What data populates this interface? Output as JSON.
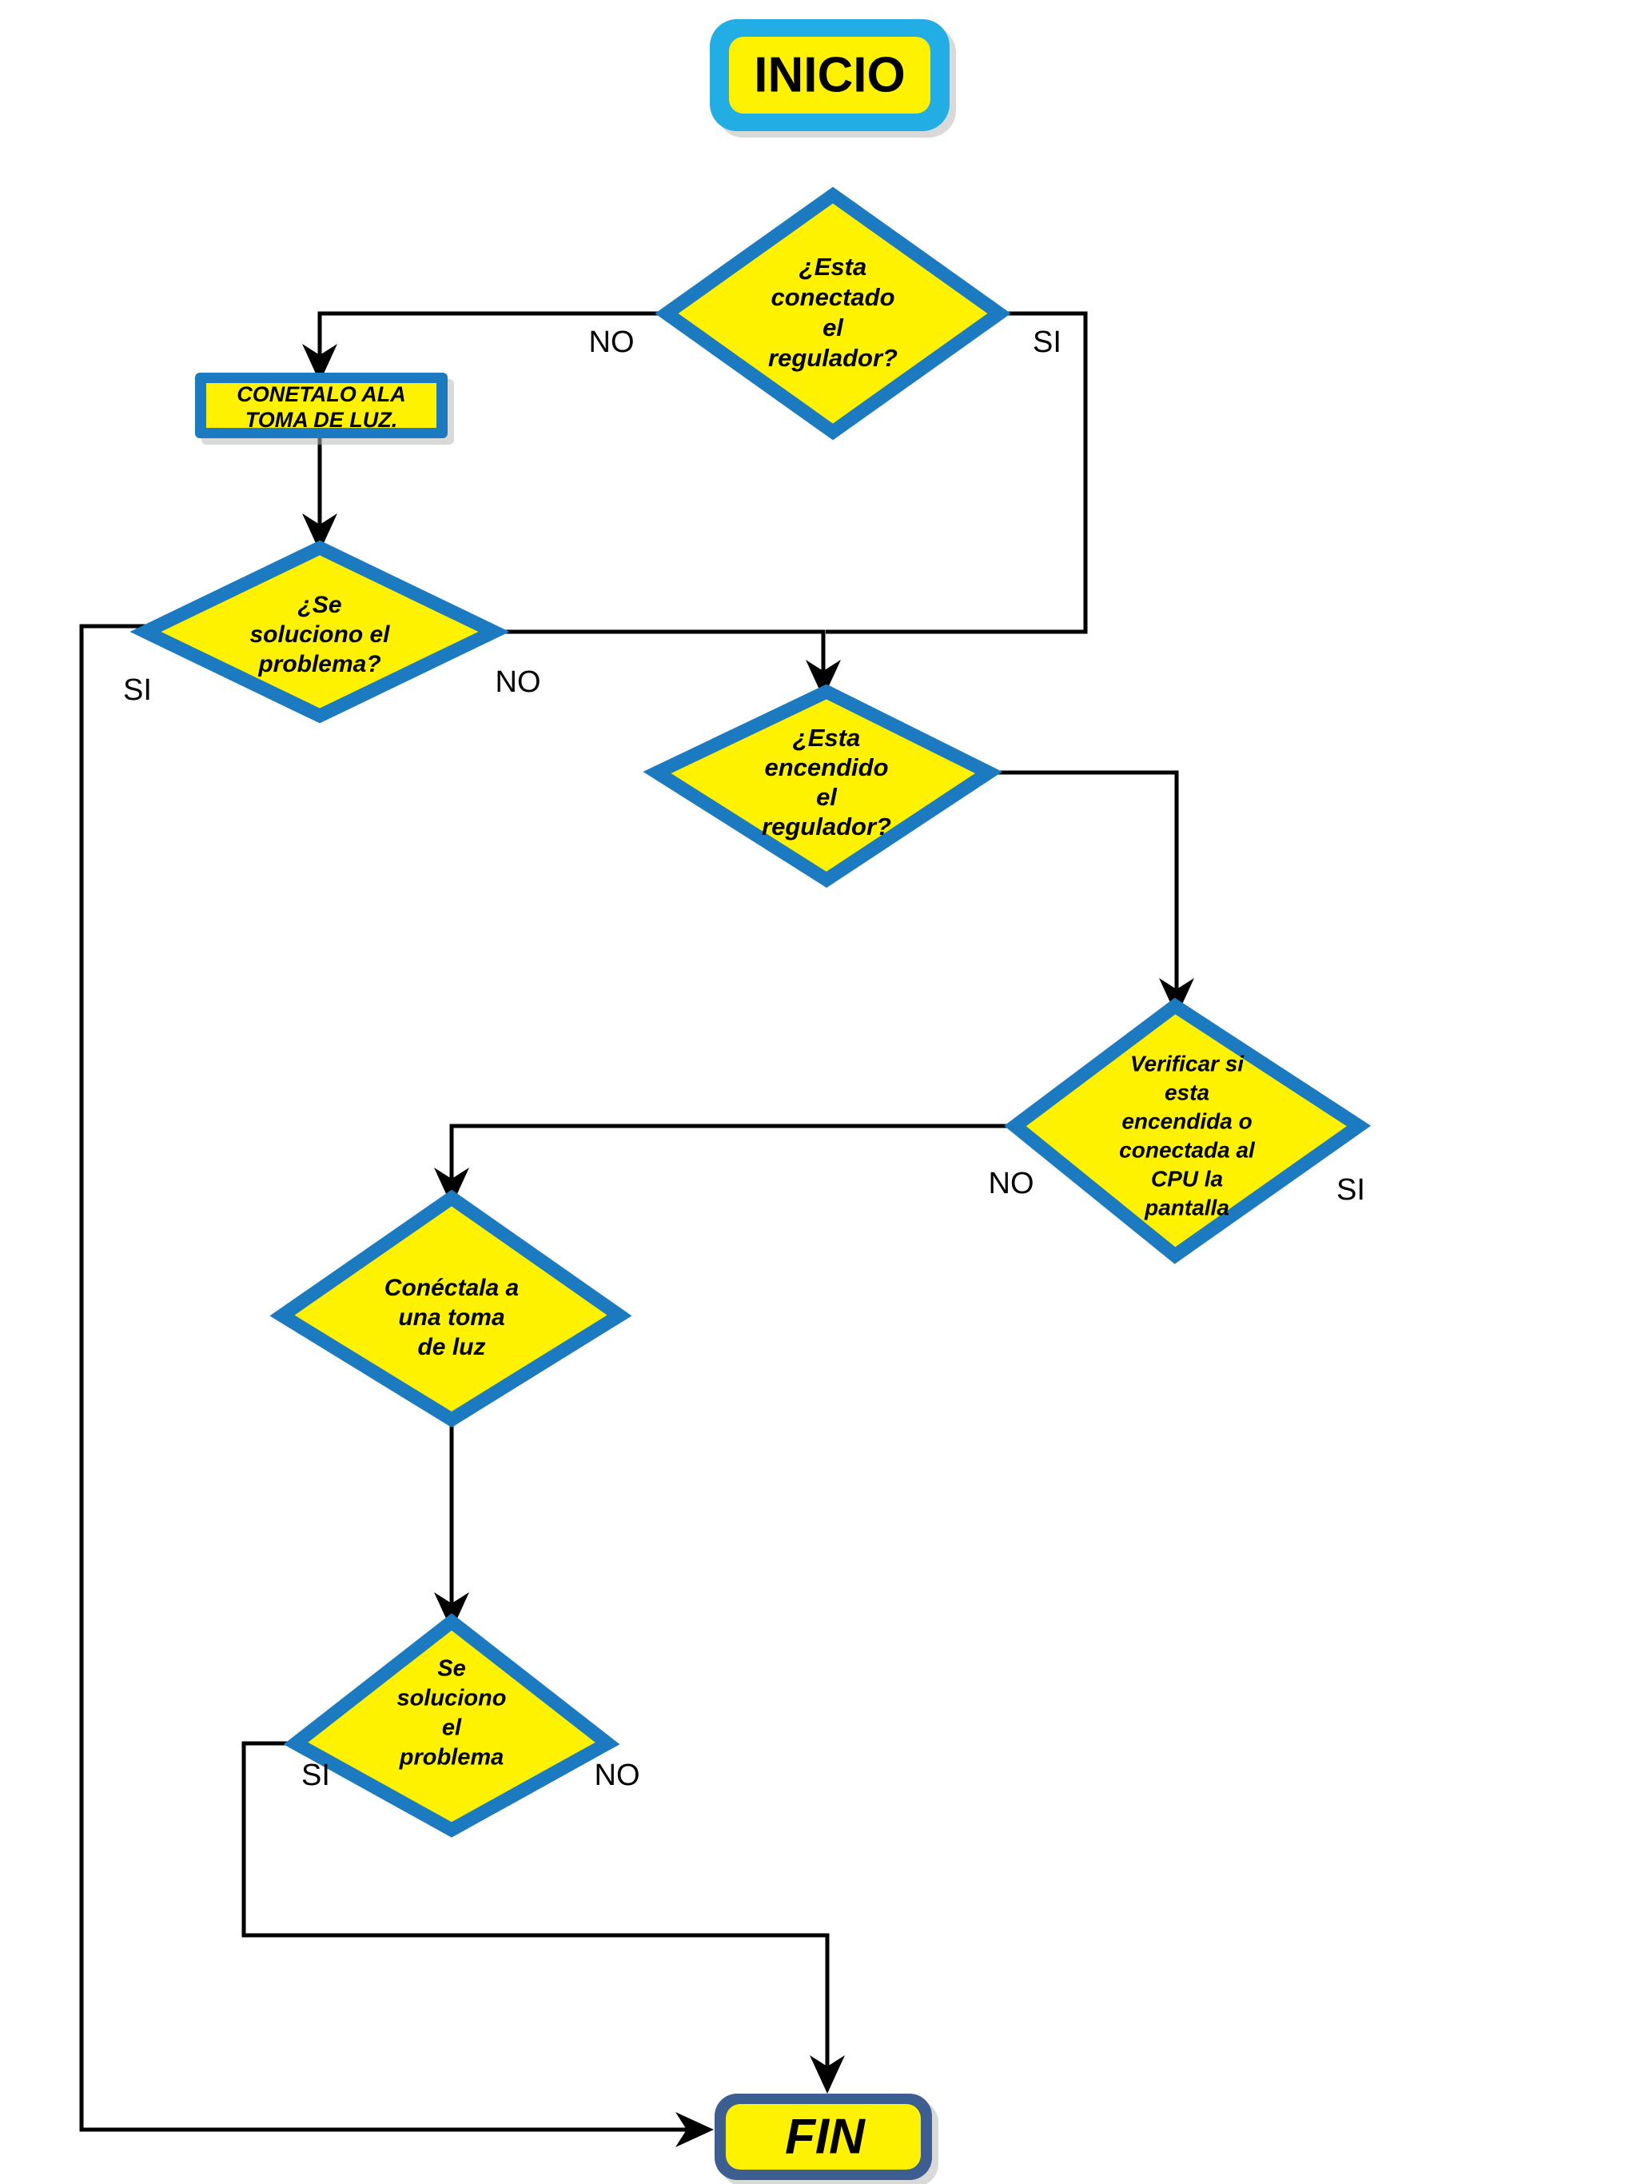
{
  "diagram": {
    "title_node": "INICIO",
    "end_node": "FIN",
    "colors": {
      "diamond_fill": "#FFF200",
      "diamond_border": "#1C7AC0",
      "start_border": "#22ADE4",
      "end_border": "#3D5E91",
      "connector": "#000000",
      "text": "#000000",
      "background": "#FFFFFF"
    },
    "nodes": [
      {
        "id": "inicio",
        "type": "terminator-start",
        "label": "INICIO",
        "lines": [
          "INICIO"
        ]
      },
      {
        "id": "d1",
        "type": "decision",
        "label": "¿Esta conectado el regulador?",
        "lines": [
          "¿Esta",
          "conectado",
          "el",
          "regulador?"
        ]
      },
      {
        "id": "p1",
        "type": "process",
        "label": "CONETALO ALA TOMA DE LUZ.",
        "lines": [
          "CONETALO ALA",
          "TOMA DE LUZ."
        ]
      },
      {
        "id": "d2",
        "type": "decision",
        "label": "¿Se soluciono el problema?",
        "lines": [
          "¿Se",
          "soluciono el",
          "problema?"
        ]
      },
      {
        "id": "d3",
        "type": "decision",
        "label": "¿Esta encendido el regulador?",
        "lines": [
          "¿Esta",
          "encendido",
          "el",
          "regulador?"
        ]
      },
      {
        "id": "d4",
        "type": "decision",
        "label": "Verificar si esta encendida o conectada al CPU  la pantalla",
        "lines": [
          "Verificar si",
          "esta",
          "encendida o",
          "conectada al",
          "CPU  la",
          "pantalla"
        ]
      },
      {
        "id": "d5",
        "type": "decision",
        "label": "Conéctala a una toma de luz",
        "lines": [
          "Conéctala a",
          "una toma",
          "de luz"
        ]
      },
      {
        "id": "d6",
        "type": "decision",
        "label": "Se soluciono el problema",
        "lines": [
          "Se",
          "soluciono",
          "el",
          "problema"
        ]
      },
      {
        "id": "fin",
        "type": "terminator-end",
        "label": "FIN",
        "lines": [
          "FIN"
        ]
      }
    ],
    "edge_labels": {
      "d1_no": "NO",
      "d1_si": "SI",
      "d2_si": "SI",
      "d2_no": "NO",
      "d4_no": "NO",
      "d4_si": "SI",
      "d6_si": "SI",
      "d6_no": "NO"
    },
    "edges": [
      {
        "from": "inicio",
        "to": "d1",
        "label": ""
      },
      {
        "from": "d1",
        "to": "p1",
        "label": "NO"
      },
      {
        "from": "d1",
        "to": "d3",
        "label": "SI"
      },
      {
        "from": "p1",
        "to": "d2",
        "label": ""
      },
      {
        "from": "d2",
        "to": "fin",
        "label": "SI"
      },
      {
        "from": "d2",
        "to": "d3",
        "label": "NO"
      },
      {
        "from": "d3",
        "to": "d4",
        "label": ""
      },
      {
        "from": "d4",
        "to": "d5",
        "label": "NO"
      },
      {
        "from": "d5",
        "to": "d6",
        "label": ""
      },
      {
        "from": "d6",
        "to": "fin",
        "label": "SI"
      }
    ]
  }
}
